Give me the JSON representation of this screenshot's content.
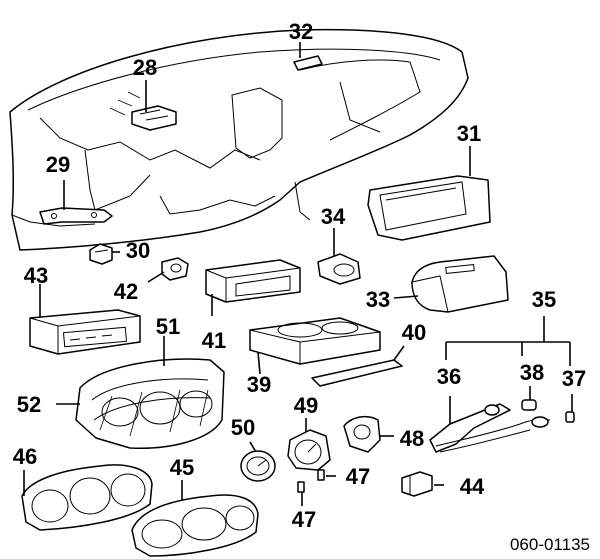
{
  "diagram_code": "060-01135",
  "callouts": {
    "c28": "28",
    "c29": "29",
    "c30": "30",
    "c31": "31",
    "c32": "32",
    "c33": "33",
    "c34": "34",
    "c35": "35",
    "c36": "36",
    "c37": "37",
    "c38": "38",
    "c39": "39",
    "c40": "40",
    "c41": "41",
    "c42": "42",
    "c43": "43",
    "c44": "44",
    "c45": "45",
    "c46": "46",
    "c47a": "47",
    "c47b": "47",
    "c48": "48",
    "c49": "49",
    "c50": "50",
    "c51": "51",
    "c52": "52"
  }
}
